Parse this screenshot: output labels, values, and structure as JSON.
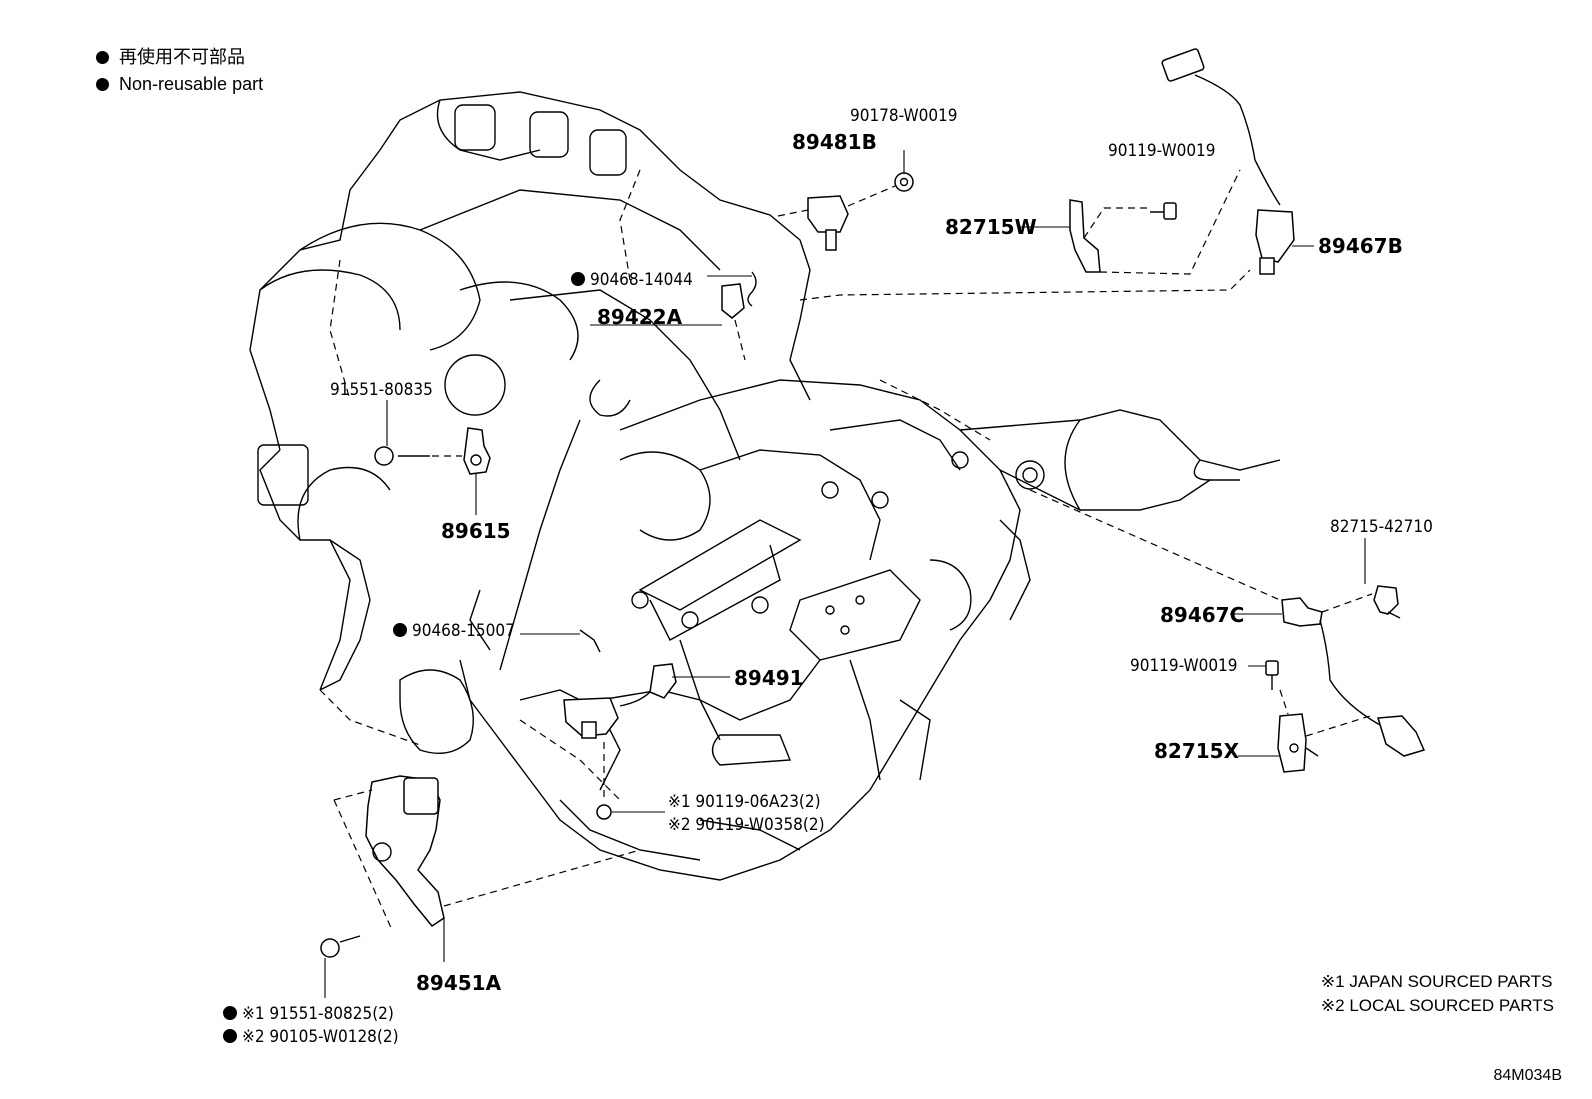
{
  "legend": {
    "jp": "再使用不可部品",
    "en": "Non-reusable part"
  },
  "notes": {
    "n1": "※1 JAPAN SOURCED PARTS",
    "n2": "※2 LOCAL SOURCED PARTS"
  },
  "diagram_code": "84M034B",
  "parts": {
    "p90178": "90178-W0019",
    "p89481B": "89481B",
    "p90119a": "90119-W0019",
    "p82715W": "82715W",
    "p89467B": "89467B",
    "p90468a": "90468-14044",
    "p89422A": "89422A",
    "p91551a": "91551-80835",
    "p89615": "89615",
    "p82715b": "82715-42710",
    "p89467C": "89467C",
    "p90119b": "90119-W0019",
    "p82715X": "82715X",
    "p90468b": "90468-15007",
    "p89491": "89491",
    "p90119c": "※1 90119-06A23(2)",
    "p90119d": "※2 90119-W0358(2)",
    "p89451A": "89451A",
    "p91551b": "※1 91551-80825(2)",
    "p90105": "※2 90105-W0128(2)"
  }
}
